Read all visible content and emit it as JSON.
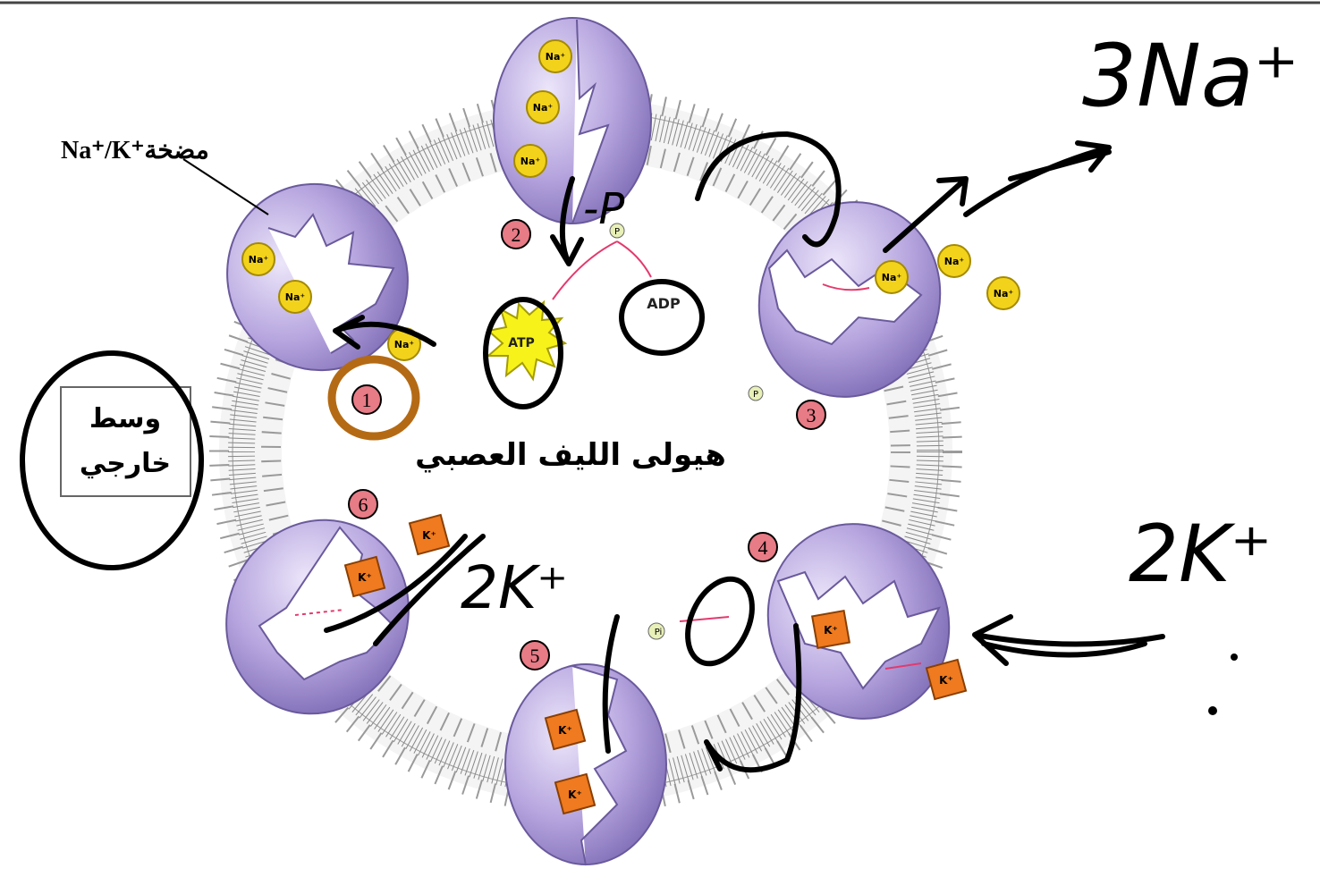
{
  "diagram": {
    "pump_label": "Na⁺/K⁺مضخة",
    "cytoplasm_label": "هيولى الليف العصبي",
    "outside_label_line1": "وسط",
    "outside_label_line2": "خارجي",
    "atp_label": "ATP",
    "adp_label": "ADP",
    "phosphate_label": "P",
    "pi_label": "Pi",
    "na_ion_label": "Na⁺",
    "k_ion_label": "K⁺",
    "steps": [
      "1",
      "2",
      "3",
      "4",
      "5",
      "6"
    ]
  },
  "annotations": {
    "na_note": "3Na⁺",
    "k_note_right": "2K⁺",
    "k_note_inner": "2K⁺",
    "p_note": "-P"
  },
  "colors": {
    "protein_fill": "#b7a6df",
    "protein_stroke": "#6a5a9c",
    "sodium_ion": "#f3d21b",
    "potassium_ion": "#ef7a1f",
    "step_badge": "#e77b86",
    "atp_burst": "#f7f21a",
    "highlight_circle": "#b46a14",
    "arrow_pink": "#e33a6d"
  }
}
